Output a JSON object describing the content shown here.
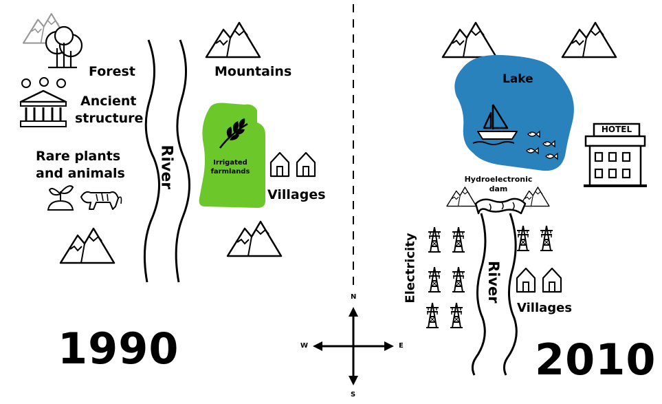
{
  "maps": [
    {
      "year": "1990",
      "labels": {
        "forest": "Forest",
        "ancient_structure_line1": "Ancient",
        "ancient_structure_line2": "structure",
        "rare_line1": "Rare plants",
        "rare_line2": "and animals",
        "river": "River",
        "mountains": "Mountains",
        "irrigated_line1": "Irrigated",
        "irrigated_line2": "farmlands",
        "villages": "Villages"
      }
    },
    {
      "year": "2010",
      "labels": {
        "lake": "Lake",
        "hotel": "HOTEL",
        "dam_line1": "Hydroelectronic",
        "dam_line2": "dam",
        "electricity": "Electricity",
        "river": "River",
        "villages": "Villages"
      }
    }
  ],
  "compass": {
    "n": "N",
    "s": "S",
    "e": "E",
    "w": "W"
  },
  "colors": {
    "lake": "#2a82bd",
    "farmland": "#6cc72a",
    "ink": "#000000"
  }
}
